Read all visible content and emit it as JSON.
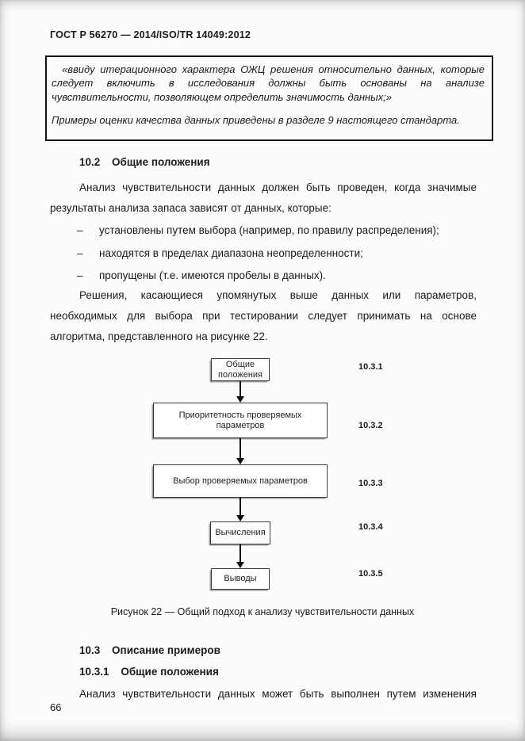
{
  "header": {
    "title": "ГОСТ Р 56270 — 2014/ISO/TR 14049:2012"
  },
  "colors": {
    "ink": "#1a1a1a",
    "page_background": "#fcfcfc",
    "box_border": "#3a3a3a"
  },
  "quote_box": {
    "paragraph1": "«ввиду итерационного характера ОЖЦ решения относительно данных, которые следует включить в исследования должны быть основаны на анализе чувствительности, позволяющем определить значимость данных;»",
    "paragraph2": "Примеры оценки качества данных приведены в разделе 9 настоящего стандарта."
  },
  "section_10_2": {
    "number": "10.2",
    "title": "Общие положения",
    "intro": "Анализ чувствительности данных должен быть проведен, когда значимые результаты анализа запаса зависят от данных, которые:",
    "bullets": [
      {
        "marker": "–",
        "text": "установлены путем выбора (например, по правилу распределения);"
      },
      {
        "marker": "–",
        "text": "находятся в пределах диапазона неопределенности;"
      },
      {
        "marker": "–",
        "text": "пропущены (т.е. имеются пробелы в данных)."
      }
    ],
    "closing": "Решения, касающиеся упомянутых выше данных или параметров, необходимых для выбора при тестировании следует принимать на основе алгоритма, представленного на рисунке 22."
  },
  "figure": {
    "caption": "Рисунок 22 — Общий подход к анализу чувствительности данных",
    "nodes": [
      {
        "label": "Общие положения",
        "ref": "10.3.1"
      },
      {
        "label": "Приоритетность проверяемых параметров",
        "ref": "10.3.2"
      },
      {
        "label": "Выбор проверяемых параметров",
        "ref": "10.3.3"
      },
      {
        "label": "Вычисления",
        "ref": "10.3.4"
      },
      {
        "label": "Выводы",
        "ref": "10.3.5"
      }
    ]
  },
  "section_10_3": {
    "number": "10.3",
    "title": "Описание примеров",
    "sub_number": "10.3.1",
    "sub_title": "Общие положения",
    "body": "Анализ чувствительности данных может быть выполнен путем изменения"
  },
  "page": {
    "number": "66"
  }
}
